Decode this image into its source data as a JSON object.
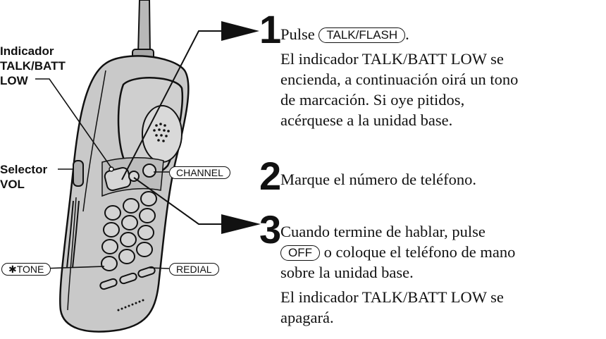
{
  "labels": {
    "indicator_line1": "Indicador",
    "indicator_line2": "TALK/BATT",
    "indicator_line3": "LOW",
    "selector_line1": "Selector",
    "selector_line2": "VOL"
  },
  "keys": {
    "channel": "CHANNEL",
    "tone": "✱TONE",
    "redial": "REDIAL",
    "talk_flash": "TALK/FLASH",
    "off": "OFF"
  },
  "steps": [
    {
      "number": "1",
      "prefix": "Pulse",
      "suffix": ".",
      "line2": "El indicador TALK/BATT LOW se",
      "line3": "encienda, a continuación oirá un tono",
      "line4": "de marcación. Si oye pitidos,",
      "line5": "acérquese a la unidad base."
    },
    {
      "number": "2",
      "line1": "Marque el número de teléfono."
    },
    {
      "number": "3",
      "line1": "Cuando termine de hablar, pulse",
      "line2_suffix": "o coloque el teléfono de mano",
      "line3": "sobre la unidad base.",
      "line4": "El indicador TALK/BATT LOW se",
      "line5": "apagará."
    }
  ]
}
